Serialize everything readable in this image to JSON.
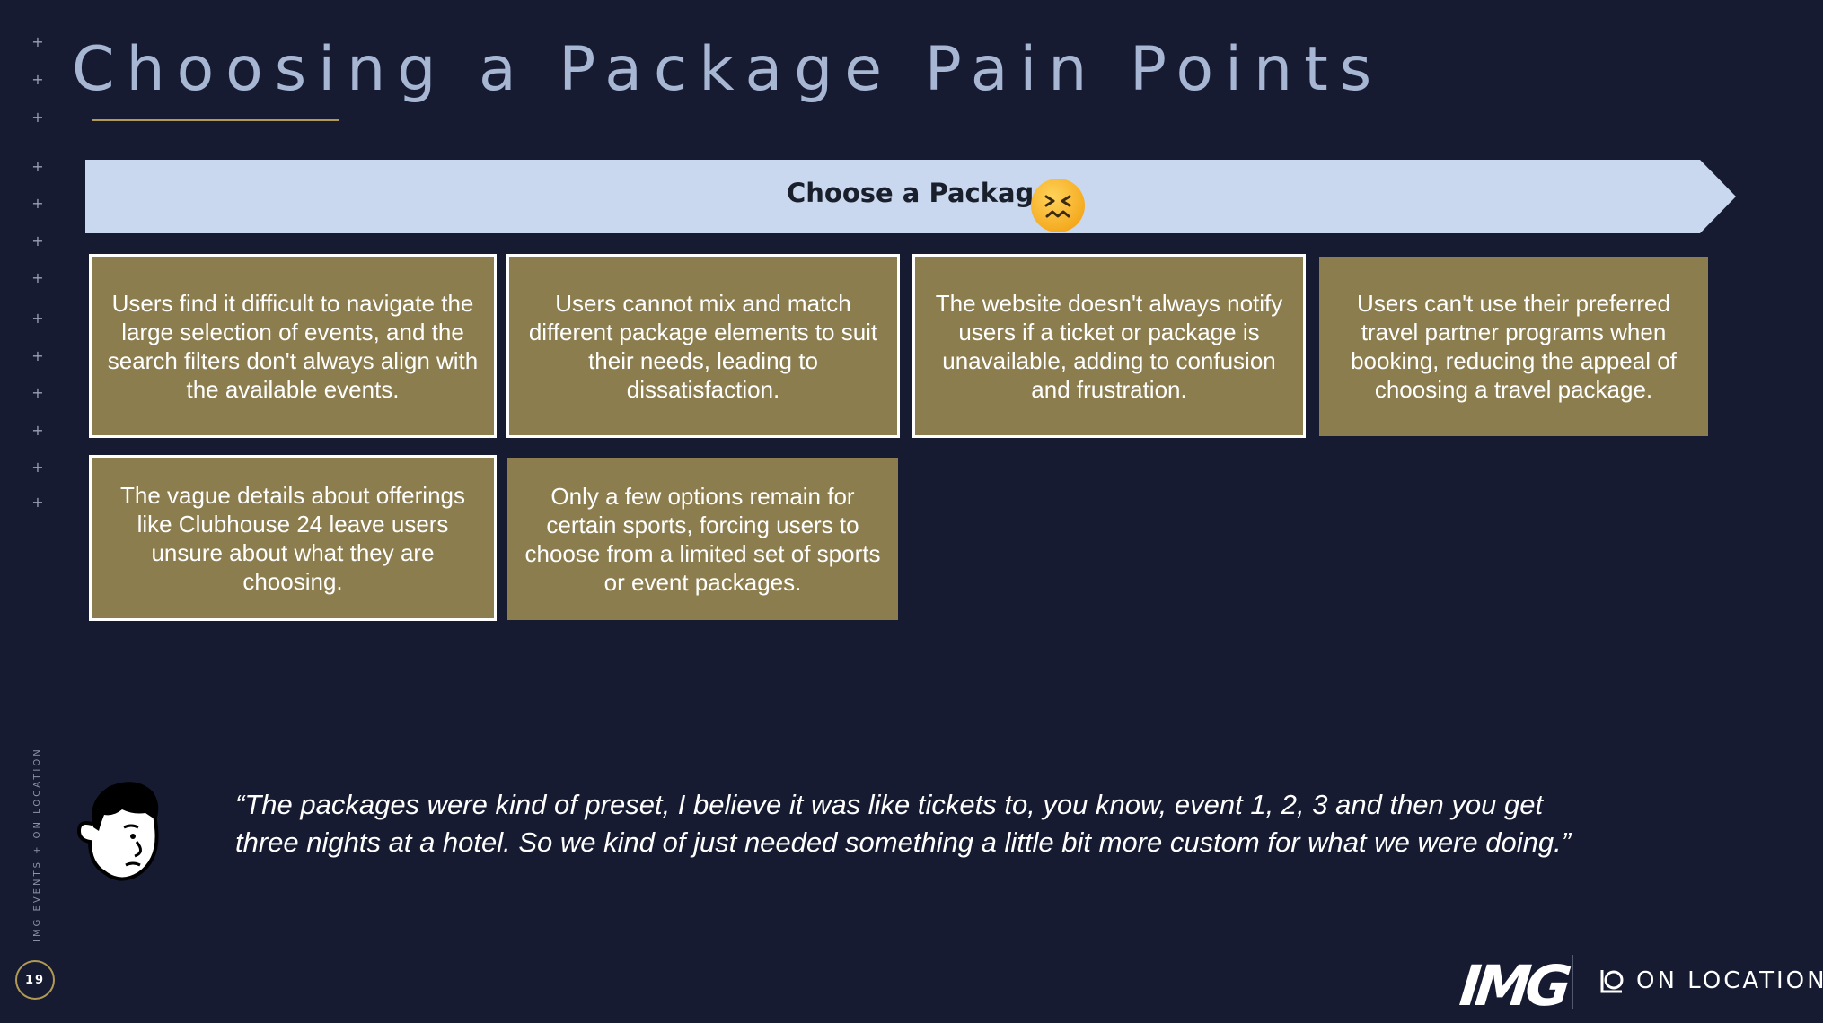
{
  "slide": {
    "title": "Choosing a Package Pain Points",
    "page_number": "19",
    "sidebar_text": "IMG EVENTS + ON LOCATION"
  },
  "banner": {
    "label": "Choose a Package",
    "emoji_icon": "confounded-face-icon"
  },
  "pain_points": [
    "Users find it difficult to navigate the large selection of events, and the search filters don't always align with the available events.",
    "Users cannot mix and match different package elements to suit their needs, leading to dissatisfaction.",
    "The website doesn't always notify users if a ticket or package is unavailable, adding to confusion and frustration.",
    "Users can't use their preferred travel partner programs when booking, reducing the appeal of choosing a travel package.",
    "The vague details about offerings like Clubhouse 24 leave users unsure about what they are choosing.",
    "Only a few options remain for certain sports, forcing users to choose from a limited set of sports or event packages."
  ],
  "quote": {
    "text": "“The packages were kind of preset, I believe it was like tickets to, you know, event 1, 2, 3 and then you get three nights at a hotel. So we kind of just needed something a little bit more custom for what we were doing.”",
    "avatar_icon": "user-face-icon"
  },
  "footer": {
    "logo_text": "IMG",
    "on_location_text": "ON LOCATION"
  },
  "colors": {
    "background": "#161b31",
    "title": "#a7b6d3",
    "accent_gold": "#b09a55",
    "card": "#8c7d4e",
    "banner": "#c9d7ef"
  }
}
